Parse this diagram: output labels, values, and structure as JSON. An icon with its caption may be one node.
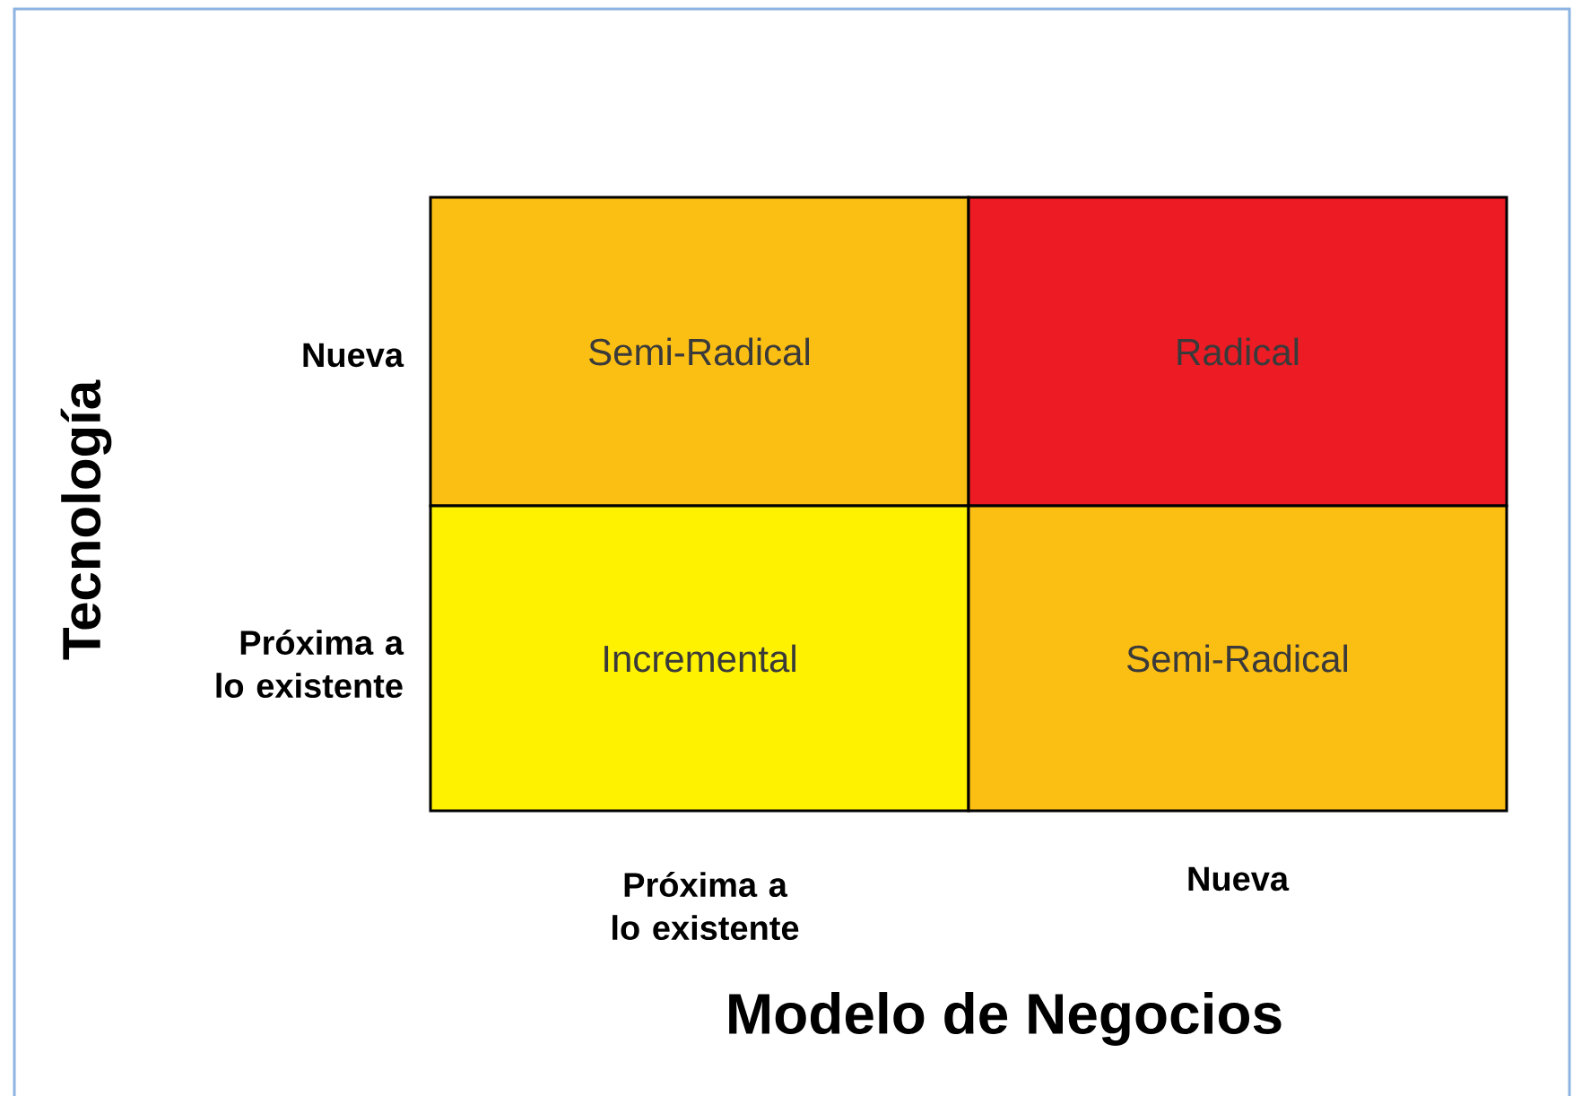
{
  "diagram": {
    "nodes": [
      {
        "text": [
          "Semi-Radical"
        ]
      },
      {
        "text": [
          "Radical"
        ]
      },
      {
        "text": [
          "Incremental"
        ]
      },
      {
        "text": [
          "Semi-Radical"
        ]
      }
    ],
    "labels": [
      "Tecnología",
      "Nueva",
      "Próxima a lo existente",
      "Próxima a lo existente",
      "Nueva",
      "Modelo de Negocios"
    ]
  }
}
